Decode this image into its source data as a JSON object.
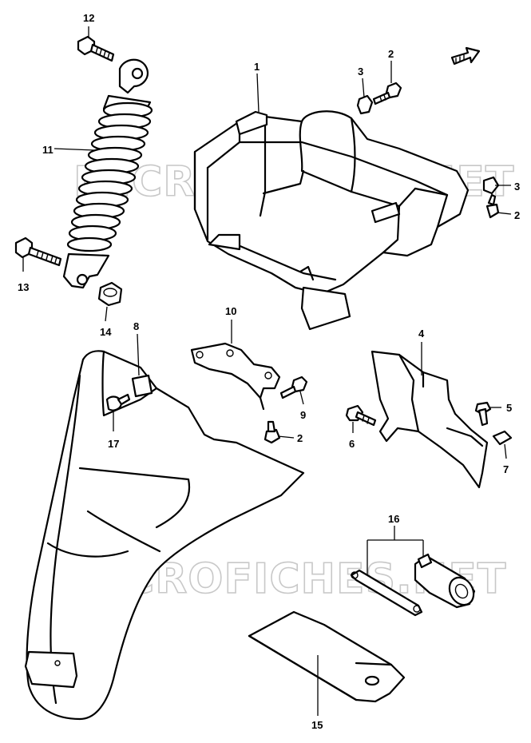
{
  "watermark": "MICROFICHES.NET",
  "callouts": [
    {
      "id": "1",
      "label": "1"
    },
    {
      "id": "2",
      "label": "2"
    },
    {
      "id": "3",
      "label": "3"
    },
    {
      "id": "4",
      "label": "4"
    },
    {
      "id": "5",
      "label": "5"
    },
    {
      "id": "6",
      "label": "6"
    },
    {
      "id": "7",
      "label": "7"
    },
    {
      "id": "8",
      "label": "8"
    },
    {
      "id": "9",
      "label": "9"
    },
    {
      "id": "10",
      "label": "10"
    },
    {
      "id": "11",
      "label": "11"
    },
    {
      "id": "12",
      "label": "12"
    },
    {
      "id": "13",
      "label": "13"
    },
    {
      "id": "14",
      "label": "14"
    },
    {
      "id": "15",
      "label": "15"
    },
    {
      "id": "16",
      "label": "16"
    },
    {
      "id": "17",
      "label": "17"
    }
  ],
  "colors": {
    "ink": "#000000",
    "paper": "#ffffff",
    "watermark": "#c8c8c8"
  }
}
